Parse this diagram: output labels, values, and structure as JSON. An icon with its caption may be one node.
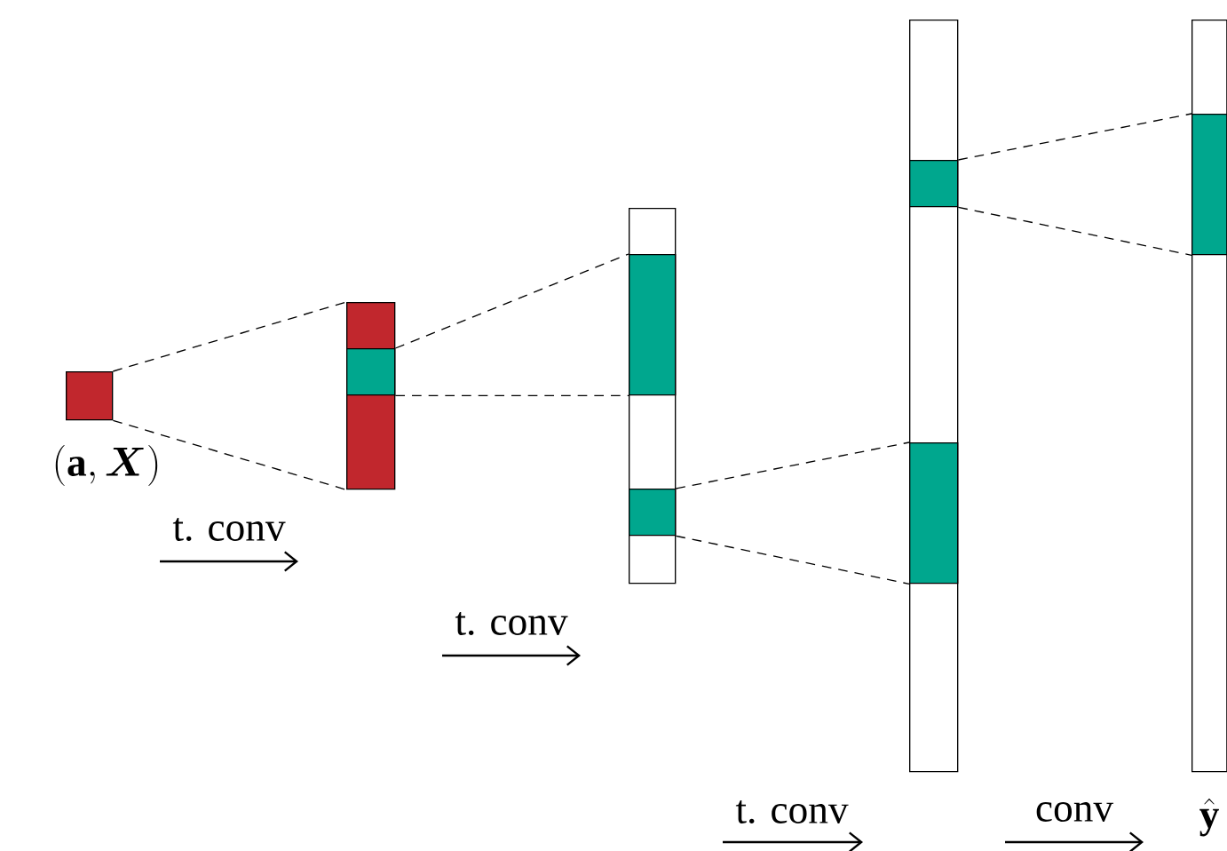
{
  "diagram": {
    "nodes": [
      {
        "text": [],
        "shape": "box"
      },
      {
        "text": [],
        "shape": "box"
      },
      {
        "text": [],
        "shape": "box",
        "in": 1
      },
      {
        "text": [],
        "shape": "box"
      },
      {
        "text": [],
        "shape": "box",
        "in": 3
      },
      {
        "text": [],
        "shape": "box",
        "in": 3
      },
      {
        "text": [],
        "shape": "box"
      },
      {
        "text": [],
        "shape": "box",
        "in": 6
      },
      {
        "text": [],
        "shape": "box",
        "in": 6
      },
      {
        "text": [],
        "shape": "box"
      },
      {
        "text": [],
        "shape": "box",
        "in": 9
      }
    ],
    "edges": [
      {
        "from": 0,
        "to": 1,
        "arrow": "none",
        "style": "dashed"
      },
      {
        "from": 0,
        "to": 1,
        "arrow": "none",
        "style": "dashed"
      },
      {
        "from": 2,
        "to": 4,
        "arrow": "none",
        "style": "dashed"
      },
      {
        "from": 2,
        "to": 4,
        "arrow": "none",
        "style": "dashed"
      },
      {
        "from": 5,
        "to": 8,
        "arrow": "none",
        "style": "dashed"
      },
      {
        "from": 5,
        "to": 8,
        "arrow": "none",
        "style": "dashed"
      },
      {
        "from": 7,
        "to": 10,
        "arrow": "none",
        "style": "dashed"
      },
      {
        "from": 7,
        "to": 10,
        "arrow": "none",
        "style": "dashed"
      }
    ],
    "labels": [
      "(\\mathbf{a},\\boldsymbol{X})",
      "t. conv",
      "t. conv",
      "t. conv",
      "conv",
      "\\hat{\\mathbf{y}}"
    ]
  }
}
